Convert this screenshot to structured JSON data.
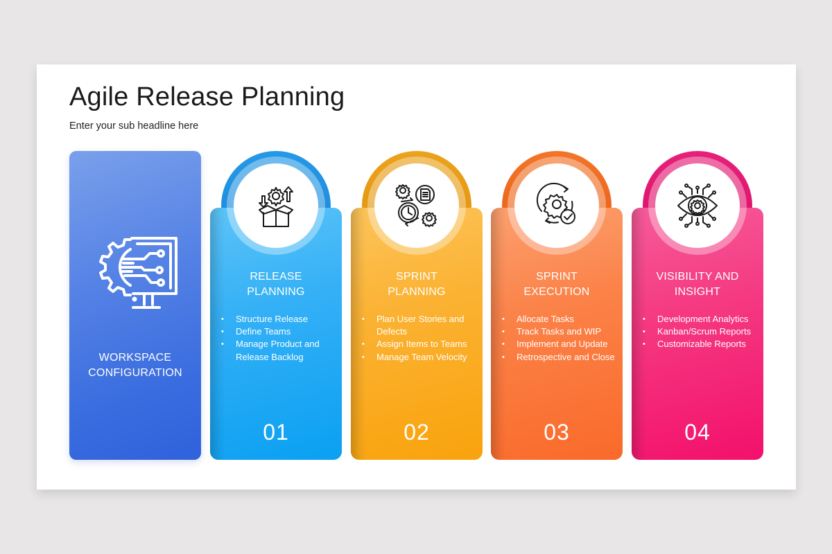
{
  "slide": {
    "title": "Agile Release Planning",
    "subtitle": "Enter your sub headline here"
  },
  "workspace": {
    "label_line1": "WORKSPACE",
    "label_line2": "CONFIGURATION",
    "icon": "gear-circuit-monitor-icon",
    "color": "#3e6fe0"
  },
  "steps": [
    {
      "number": "01",
      "title_line1": "RELEASE",
      "title_line2": "PLANNING",
      "icon": "box-gear-arrows-icon",
      "colors": {
        "ring": "#1a8fe0",
        "panel_top": "#4bbcf7",
        "panel_bottom": "#0ea0f2"
      },
      "items": [
        "Structure Release",
        "Define Teams",
        "Manage Product and Release Backlog"
      ]
    },
    {
      "number": "02",
      "title_line1": "SPRINT",
      "title_line2": "PLANNING",
      "icon": "clock-document-gears-icon",
      "colors": {
        "ring": "#e89a10",
        "panel_top": "#fbbd4a",
        "panel_bottom": "#f9a410"
      },
      "items": [
        "Plan User Stories and Defects",
        "Assign Items to Teams",
        "Manage Team Velocity"
      ]
    },
    {
      "number": "03",
      "title_line1": "SPRINT",
      "title_line2": "EXECUTION",
      "icon": "gear-cycle-check-icon",
      "colors": {
        "ring": "#ef6a1e",
        "panel_top": "#fb9561",
        "panel_bottom": "#fb6c2e"
      },
      "items": [
        "Allocate Tasks",
        "Track Tasks and WIP",
        "Implement and Update",
        "Retrospective and Close"
      ]
    },
    {
      "number": "04",
      "title_line1": "VISIBILITY AND",
      "title_line2": "INSIGHT",
      "icon": "eye-gear-circuit-icon",
      "colors": {
        "ring": "#e3136d",
        "panel_top": "#f64e92",
        "panel_bottom": "#f3106c"
      },
      "items": [
        "Development Analytics",
        "Kanban/Scrum Reports",
        "Customizable Reports"
      ]
    }
  ]
}
